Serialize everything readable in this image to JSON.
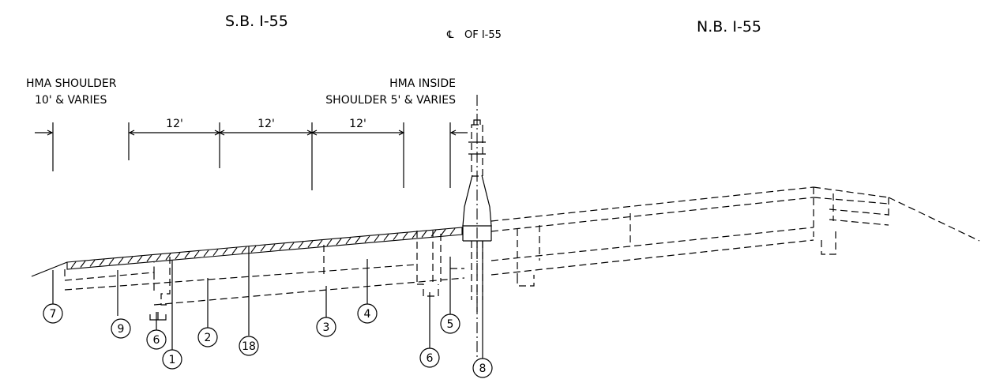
{
  "headings": {
    "southbound": "S.B. I-55",
    "centerline": "OF I-55",
    "centerline_symbol": "℄",
    "northbound": "N.B. I-55"
  },
  "notes": {
    "outside_shoulder_line1": "HMA SHOULDER",
    "outside_shoulder_line2": "10' & VARIES",
    "inside_shoulder_line1": "HMA INSIDE",
    "inside_shoulder_line2": "SHOULDER 5' & VARIES"
  },
  "dimensions": {
    "lane_1": "12'",
    "lane_2": "12'",
    "lane_3": "12'"
  },
  "callouts": [
    "7",
    "9",
    "6",
    "1",
    "2",
    "18",
    "3",
    "4",
    "6",
    "5",
    "8"
  ]
}
